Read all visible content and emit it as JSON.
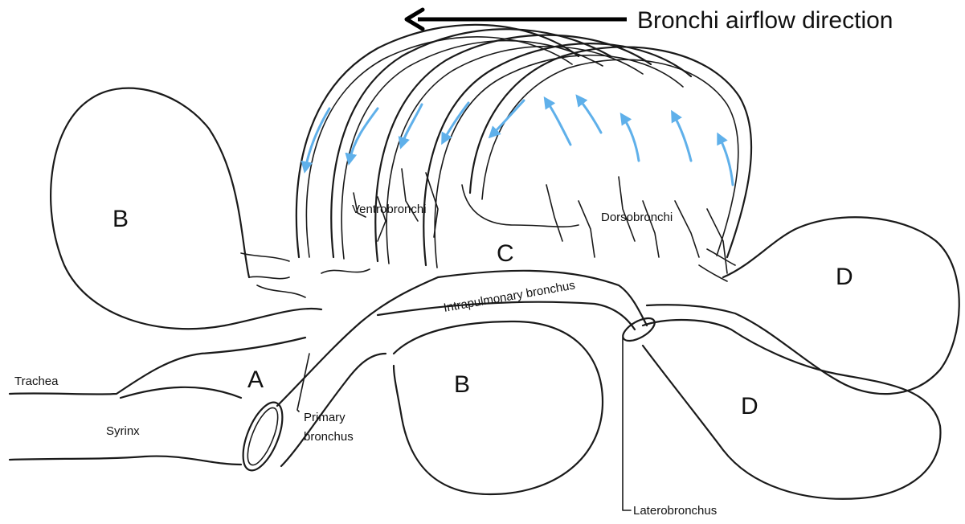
{
  "diagram": {
    "title": "Bronchi airflow direction",
    "region_labels": {
      "a": "A",
      "b_upper": "B",
      "b_lower": "B",
      "c": "C",
      "d_upper": "D",
      "d_lower": "D"
    },
    "part_labels": {
      "trachea": "Trachea",
      "syrinx": "Syrinx",
      "primary_bronchus_line1": "Primary",
      "primary_bronchus_line2": "bronchus",
      "intrapulmonary_bronchus": "Intrapulmonary bronchus",
      "ventrobronchi": "Ventrobronchi",
      "dorsobronchi": "Dorsobronchi",
      "laterobronchus": "Laterobronchus"
    },
    "colors": {
      "outline": "#1a1a1a",
      "airflow_arrows": "#5fb0ea",
      "title_arrow": "#000000"
    }
  }
}
